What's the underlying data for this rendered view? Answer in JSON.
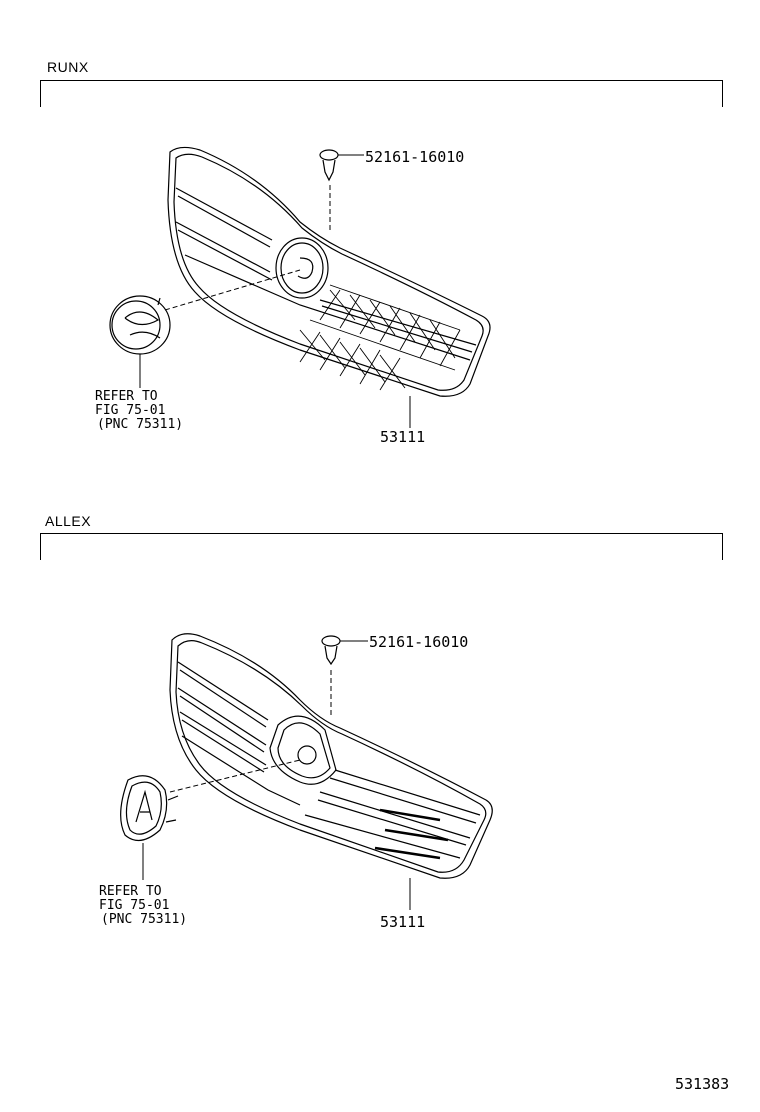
{
  "sections": [
    {
      "title": "RUNX",
      "clip_part_number": "52161-16010",
      "grille_part_number": "53111",
      "reference": {
        "line1": "REFER TO",
        "line2": "FIG 75-01",
        "line3": "(PNC 75311)"
      }
    },
    {
      "title": "ALLEX",
      "clip_part_number": "52161-16010",
      "grille_part_number": "53111",
      "reference": {
        "line1": "REFER TO",
        "line2": "FIG 75-01",
        "line3": "(PNC 75311)"
      }
    }
  ],
  "figure_number": "531383"
}
